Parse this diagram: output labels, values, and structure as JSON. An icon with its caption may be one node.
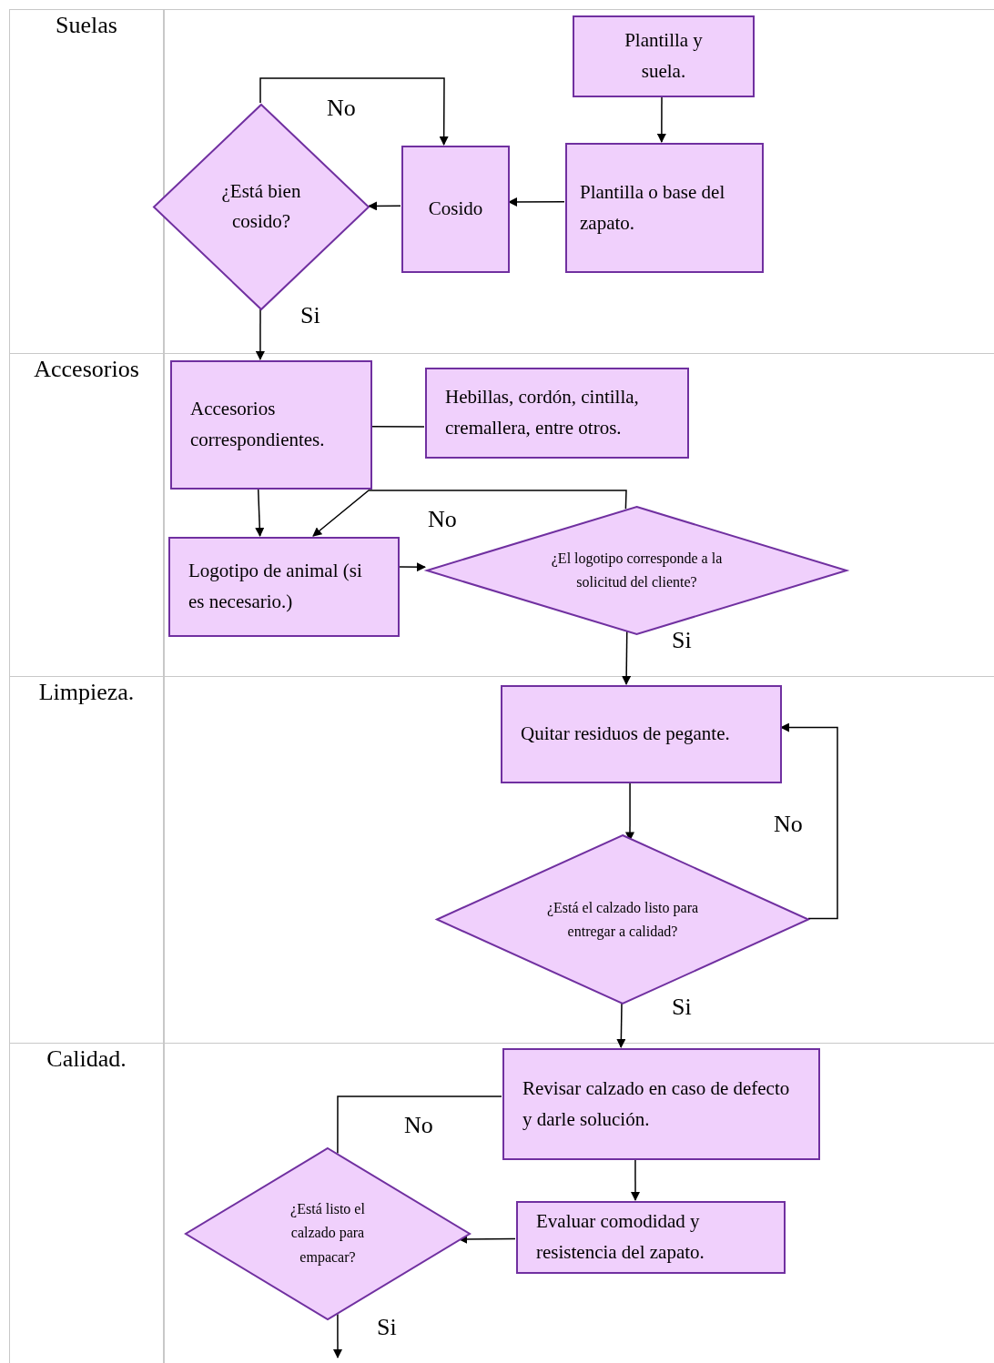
{
  "diagram": {
    "nodes": [
      {
        "text": [
          "Suelas"
        ]
      },
      {
        "text": [
          "Plantilla y suela."
        ],
        "in": 0
      },
      {
        "text": [
          "Plantilla o base del zapato."
        ],
        "in": 0
      },
      {
        "text": [
          "Cosido"
        ],
        "in": 0
      },
      {
        "text": [
          "¿Está bien cosido?"
        ],
        "in": 0
      },
      {
        "text": [
          "Accesorios"
        ]
      },
      {
        "text": [
          "Accesorios correspondientes."
        ],
        "in": 5
      },
      {
        "text": [
          "Hebillas, cordón, cintilla, cremallera, entre otros."
        ],
        "in": 5
      },
      {
        "text": [
          "Logotipo de animal (si es necesario.)"
        ],
        "in": 5
      },
      {
        "text": [
          "¿El logotipo corresponde a la solicitud del cliente?"
        ],
        "in": 5
      },
      {
        "text": [
          "Limpieza."
        ]
      },
      {
        "text": [
          "Quitar residuos de pegante."
        ],
        "in": 10
      },
      {
        "text": [
          "¿Está el calzado listo para entregar a calidad?"
        ],
        "in": 10
      },
      {
        "text": [
          "Calidad."
        ]
      },
      {
        "text": [
          "Revisar calzado en caso de defecto y darle solución."
        ],
        "in": 13
      },
      {
        "text": [
          "Evaluar comodidad y resistencia del zapato."
        ],
        "in": 13
      },
      {
        "text": [
          "¿Está listo el calzado para empacar?"
        ],
        "in": 13
      }
    ],
    "edges": [
      {
        "from": 1,
        "to": 2,
        "arrow": "to"
      },
      {
        "from": 2,
        "to": 3,
        "arrow": "to"
      },
      {
        "from": 3,
        "to": 4,
        "arrow": "to"
      },
      {
        "from": 4,
        "to": 3,
        "arrow": "to",
        "label": "No"
      },
      {
        "from": 4,
        "to": 6,
        "arrow": "to",
        "label": "Si"
      },
      {
        "from": 6,
        "to": 7,
        "arrow": "none"
      },
      {
        "from": 6,
        "to": 8,
        "arrow": "to"
      },
      {
        "from": 9,
        "to": 8,
        "arrow": "to",
        "label": "No"
      },
      {
        "from": 8,
        "to": 9,
        "arrow": "to"
      },
      {
        "from": 9,
        "to": 11,
        "arrow": "to",
        "label": "Si"
      },
      {
        "from": 11,
        "to": 12,
        "arrow": "to"
      },
      {
        "from": 12,
        "to": 11,
        "arrow": "to",
        "label": "No"
      },
      {
        "from": 12,
        "to": 14,
        "arrow": "to",
        "label": "Si"
      },
      {
        "from": 14,
        "to": 15,
        "arrow": "to"
      },
      {
        "from": 15,
        "to": 16,
        "arrow": "to"
      },
      {
        "from": 16,
        "to": 14,
        "arrow": "none",
        "label": "No"
      },
      {
        "from": 16,
        "to": null,
        "arrow": "to",
        "label": "Si"
      }
    ]
  }
}
